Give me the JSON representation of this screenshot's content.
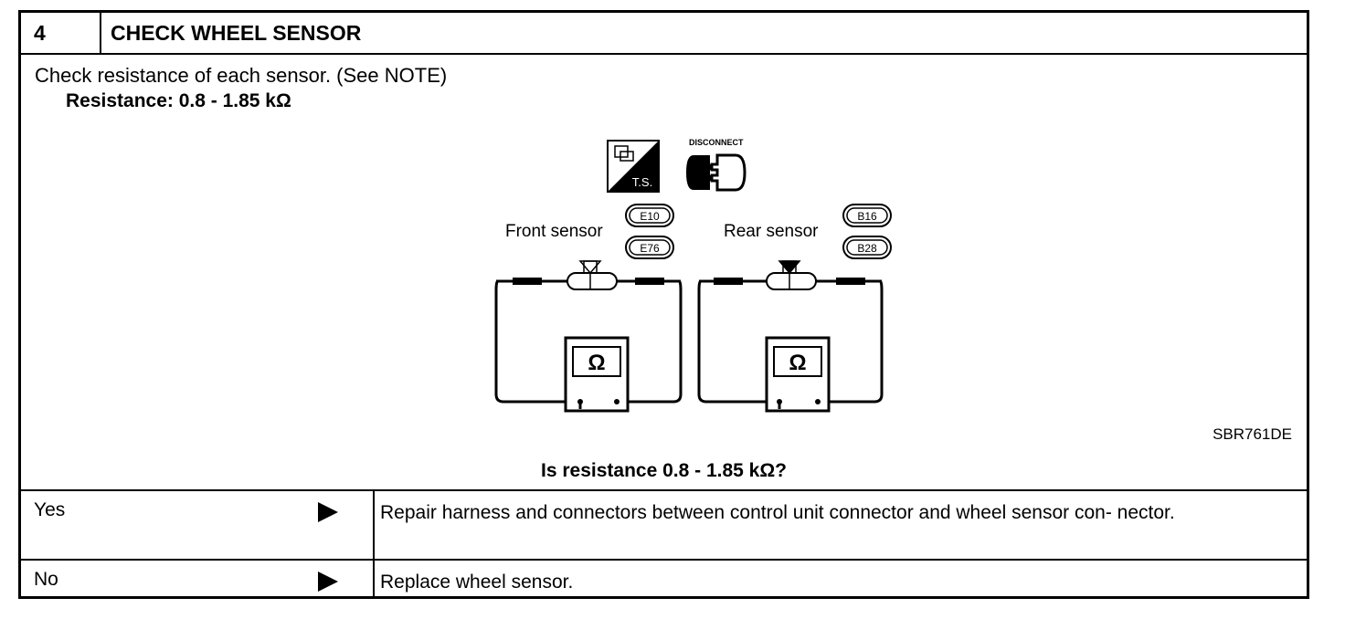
{
  "step": {
    "number": "4",
    "title": "CHECK WHEEL SENSOR"
  },
  "instruction": "Check resistance of each sensor. (See NOTE)",
  "spec": "Resistance: 0.8 - 1.85 kΩ",
  "figure": {
    "ts_label": "T.S.",
    "disconnect_label": "DISCONNECT",
    "front_label": "Front sensor",
    "rear_label": "Rear sensor",
    "front_connectors": [
      "E10",
      "E76"
    ],
    "rear_connectors": [
      "B16",
      "B28"
    ],
    "meter_symbol": "Ω",
    "code": "SBR761DE"
  },
  "question": "Is resistance 0.8 - 1.85 kΩ?",
  "outcomes": [
    {
      "label": "Yes",
      "action": "Repair harness and connectors between control unit connector and wheel sensor con- nector."
    },
    {
      "label": "No",
      "action": "Replace wheel sensor."
    }
  ]
}
